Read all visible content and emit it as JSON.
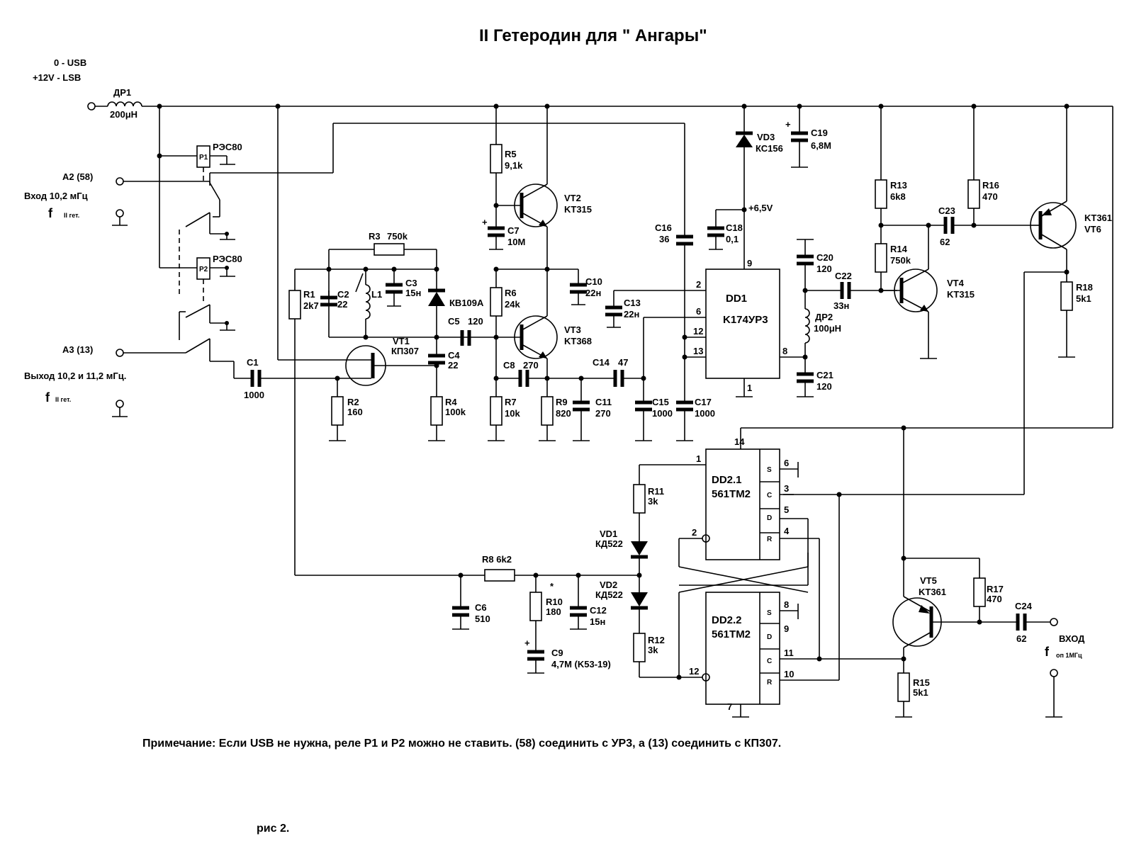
{
  "title": "II Гетеродин для \" Ангары\"",
  "mode_line1": "0  - USB",
  "mode_line2": "+12V - LSB",
  "dr1_name": "ДР1",
  "dr1_value": "200μH",
  "relay1_type": "РЭС80",
  "relay1_name": "P1",
  "relay2_type": "РЭС80",
  "relay2_name": "P2",
  "a2_label": "A2 (58)",
  "a2_desc": "Вход 10,2 мГц",
  "a2_f": "f",
  "a2_f_sub": "II гет.",
  "a3_label": "A3 (13)",
  "a3_desc": "Выход 10,2 и 11,2 мГц.",
  "a3_f": "f",
  "a3_f_sub": "II гет.",
  "components": {
    "c1": [
      "C1",
      "1000"
    ],
    "r1": [
      "R1",
      "2k7"
    ],
    "c2": [
      "C2",
      "22"
    ],
    "l1": [
      "L1",
      ""
    ],
    "c3": [
      "C3",
      "15н"
    ],
    "r3": [
      "R3",
      "750k"
    ],
    "vd_kv": [
      "КВ109А",
      ""
    ],
    "vt1": [
      "VT1",
      "КП307"
    ],
    "r2": [
      "R2",
      "160"
    ],
    "c4": [
      "C4",
      "22"
    ],
    "r4": [
      "R4",
      "100k"
    ],
    "c5": [
      "C5",
      "120"
    ],
    "r5": [
      "R5",
      "9,1k"
    ],
    "c7": [
      "C7",
      "10M"
    ],
    "vt2": [
      "VT2",
      "KT315"
    ],
    "r6": [
      "R6",
      "24k"
    ],
    "c10": [
      "C10",
      "22н"
    ],
    "vt3": [
      "VT3",
      "KT368"
    ],
    "c8": [
      "C8",
      "270"
    ],
    "r7": [
      "R7",
      "10k"
    ],
    "r9": [
      "R9",
      "820"
    ],
    "c11": [
      "C11",
      "270"
    ],
    "c14": [
      "C14",
      "47"
    ],
    "c13": [
      "C13",
      "22н"
    ],
    "c15": [
      "C15",
      "1000"
    ],
    "c16": [
      "C16",
      "36"
    ],
    "c17": [
      "C17",
      "1000"
    ],
    "c18": [
      "C18",
      "0,1"
    ],
    "vd3": [
      "VD3",
      "КС156"
    ],
    "c19": [
      "C19",
      "6,8M"
    ],
    "v65": [
      "+6,5V",
      ""
    ],
    "c20": [
      "C20",
      "120"
    ],
    "dr2": [
      "ДР2",
      "100μH"
    ],
    "c21": [
      "C21",
      "120"
    ],
    "c22": [
      "C22",
      "33н"
    ],
    "r13": [
      "R13",
      "6k8"
    ],
    "r14": [
      "R14",
      "750k"
    ],
    "vt4": [
      "VT4",
      "KT315"
    ],
    "c23": [
      "C23",
      "62"
    ],
    "r16": [
      "R16",
      "470"
    ],
    "vt6": [
      "KT361",
      "VT6"
    ],
    "r18": [
      "R18",
      "5k1"
    ],
    "r11": [
      "R11",
      "3k"
    ],
    "vd1": [
      "VD1",
      "КД522"
    ],
    "vd2": [
      "VD2",
      "КД522"
    ],
    "r12": [
      "R12",
      "3k"
    ],
    "r8": [
      "R8 6k2",
      ""
    ],
    "c6": [
      "C6",
      "510"
    ],
    "r10": [
      "R10",
      "180"
    ],
    "c12": [
      "C12",
      "15н"
    ],
    "c9": [
      "C9",
      "4,7M (K53-19)"
    ],
    "vt5": [
      "VT5",
      "KT361"
    ],
    "r17": [
      "R17",
      "470"
    ],
    "c24": [
      "C24",
      "62"
    ],
    "r15": [
      "R15",
      "5k1"
    ]
  },
  "dd1": {
    "name": "DD1",
    "type": "K174УР3"
  },
  "dd21": {
    "name": "DD2.1",
    "type": "561TM2"
  },
  "dd22": {
    "name": "DD2.2",
    "type": "561TM2"
  },
  "pins": {
    "dd1_2": "2",
    "dd1_6": "6",
    "dd1_12": "12",
    "dd1_13": "13",
    "dd1_9": "9",
    "dd1_8": "8",
    "dd1_1": "1",
    "dd21_1": "1",
    "dd21_2": "2",
    "dd21_6": "6",
    "dd21_3": "3",
    "dd21_5": "5",
    "dd21_4": "4",
    "dd2_14": "14",
    "dd22_12": "12",
    "dd22_8": "8",
    "dd22_9": "9",
    "dd22_11": "11",
    "dd22_10": "10",
    "dd2_7": "7",
    "s": "S",
    "c": "C",
    "d": "D",
    "r": "R"
  },
  "r10_mark": "*",
  "input_label": "ВХОД",
  "input_f": "f",
  "input_f_sub": "оп  1МГц",
  "note": "Примечание: Если USB не нужна, реле P1 и P2 можно не ставить. (58) соединить с УР3, а (13) соединить с КП307.",
  "fig": "рис 2."
}
